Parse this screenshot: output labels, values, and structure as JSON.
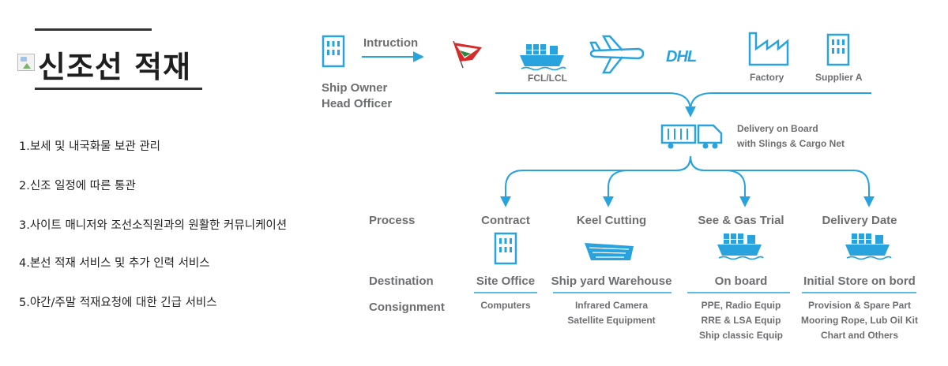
{
  "header": {
    "title": "신조선 적재"
  },
  "services": [
    "1.보세 및 내국화물 보관 관리",
    "2.신조 일정에 따른 통관",
    "3.사이트 매니저와 조선소직원과의 원활한 커뮤니케이션",
    "4.본선 적재 서비스 및 추가 인력 서비스",
    "5.야간/주말 적재요청에 대한 긴급 서비스"
  ],
  "diagram": {
    "accent_color": "#29a3de",
    "text_color": "#6d6e71",
    "ship_owner": [
      "Ship Owner",
      "Head Officer"
    ],
    "instruction": "Intruction",
    "sources": {
      "fcl": "FCL/LCL",
      "dhl": "DHL",
      "factory": "Factory",
      "supplier": "Supplier A"
    },
    "delivery_on_board": [
      "Delivery on Board",
      "with Slings & Cargo Net"
    ],
    "row_labels": {
      "process": "Process",
      "destination": "Destination",
      "consignment": "Consignment"
    },
    "stages": [
      {
        "process": "Contract",
        "destination": "Site Office",
        "consignment": [
          "Computers"
        ]
      },
      {
        "process": "Keel Cutting",
        "destination": "Ship yard Warehouse",
        "consignment": [
          "Infrared Camera",
          "Satellite Equipment"
        ]
      },
      {
        "process": "See & Gas Trial",
        "destination": "On board",
        "consignment": [
          "PPE, Radio Equip",
          "RRE & LSA Equip",
          "Ship classic Equip"
        ]
      },
      {
        "process": "Delivery Date",
        "destination": "Initial Store on bord",
        "consignment": [
          "Provision & Spare Part",
          "Mooring Rope, Lub Oil Kit",
          "Chart and Others"
        ]
      }
    ]
  }
}
